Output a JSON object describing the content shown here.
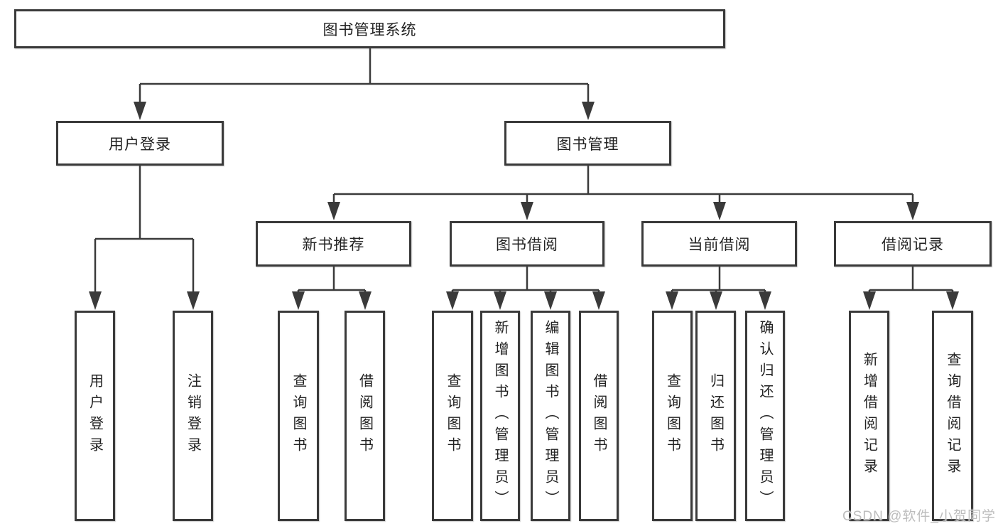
{
  "diagram_type": "tree",
  "tree": {
    "label": "图书管理系统",
    "children": [
      {
        "label": "用户登录",
        "children": [
          {
            "label": "用户登录"
          },
          {
            "label": "注销登录"
          }
        ]
      },
      {
        "label": "图书管理",
        "children": [
          {
            "label": "新书推荐",
            "children": [
              {
                "label": "查询图书"
              },
              {
                "label": "借阅图书"
              }
            ]
          },
          {
            "label": "图书借阅",
            "children": [
              {
                "label": "查询图书"
              },
              {
                "label": "新增图书（管理员）"
              },
              {
                "label": "编辑图书（管理员）"
              },
              {
                "label": "借阅图书"
              }
            ]
          },
          {
            "label": "当前借阅",
            "children": [
              {
                "label": "查询图书"
              },
              {
                "label": "归还图书"
              },
              {
                "label": "确认归还（管理员）"
              }
            ]
          },
          {
            "label": "借阅记录",
            "children": [
              {
                "label": "新增借阅记录"
              },
              {
                "label": "查询借阅记录"
              }
            ]
          }
        ]
      }
    ]
  },
  "watermark": "CSDN @软件_小贺同学",
  "colors": {
    "line": "#3a3a3a",
    "box_border": "#3a3a3a",
    "text": "#222222",
    "watermark": "#bdbdbd",
    "background": "#ffffff"
  }
}
